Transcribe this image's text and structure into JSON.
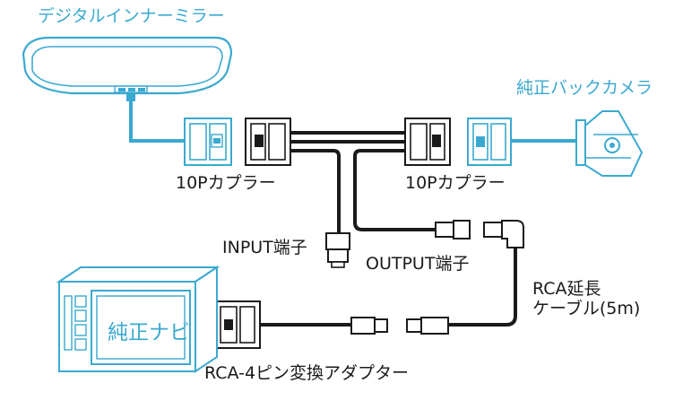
{
  "labels": {
    "digital_mirror": "デジタルインナーミラー",
    "rear_camera": "純正バックカメラ",
    "coupler_left": "10Pカプラー",
    "coupler_right": "10Pカプラー",
    "input_terminal": "INPUT端子",
    "output_terminal": "OUTPUT端子",
    "rca_extension": "RCA延長\nケーブル(5m)",
    "stock_navi": "純正ナビ",
    "rca_adapter": "RCA-4ピン変換アダプター"
  },
  "colors": {
    "accent_blue": "#3aa9cf",
    "cable_black": "#1a1a1a",
    "text": "#1a1a1a"
  }
}
